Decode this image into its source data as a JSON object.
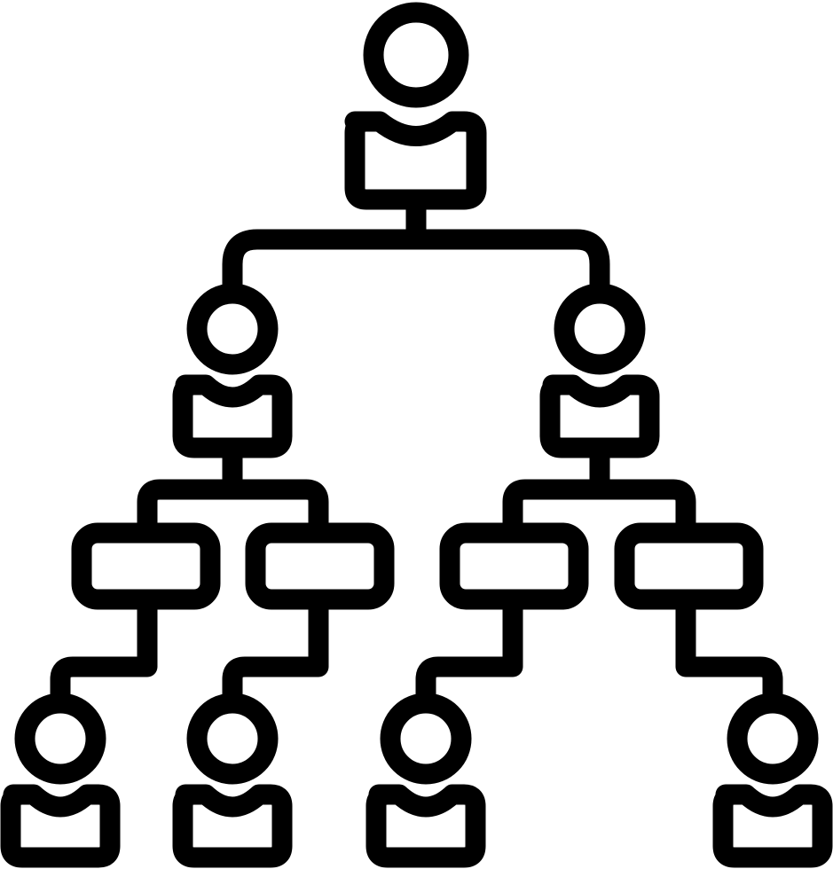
{
  "icon": {
    "name": "org-chart-hierarchy-icon",
    "style": "outline",
    "colors": {
      "stroke": "#000000",
      "background": "#ffffff"
    }
  },
  "hierarchy": {
    "levels": [
      {
        "level": 1,
        "node_type": "person",
        "count": 1
      },
      {
        "level": 2,
        "node_type": "person",
        "count": 2
      },
      {
        "level": 3,
        "node_type": "box",
        "count": 4
      },
      {
        "level": 4,
        "node_type": "person",
        "count": 4
      }
    ]
  }
}
